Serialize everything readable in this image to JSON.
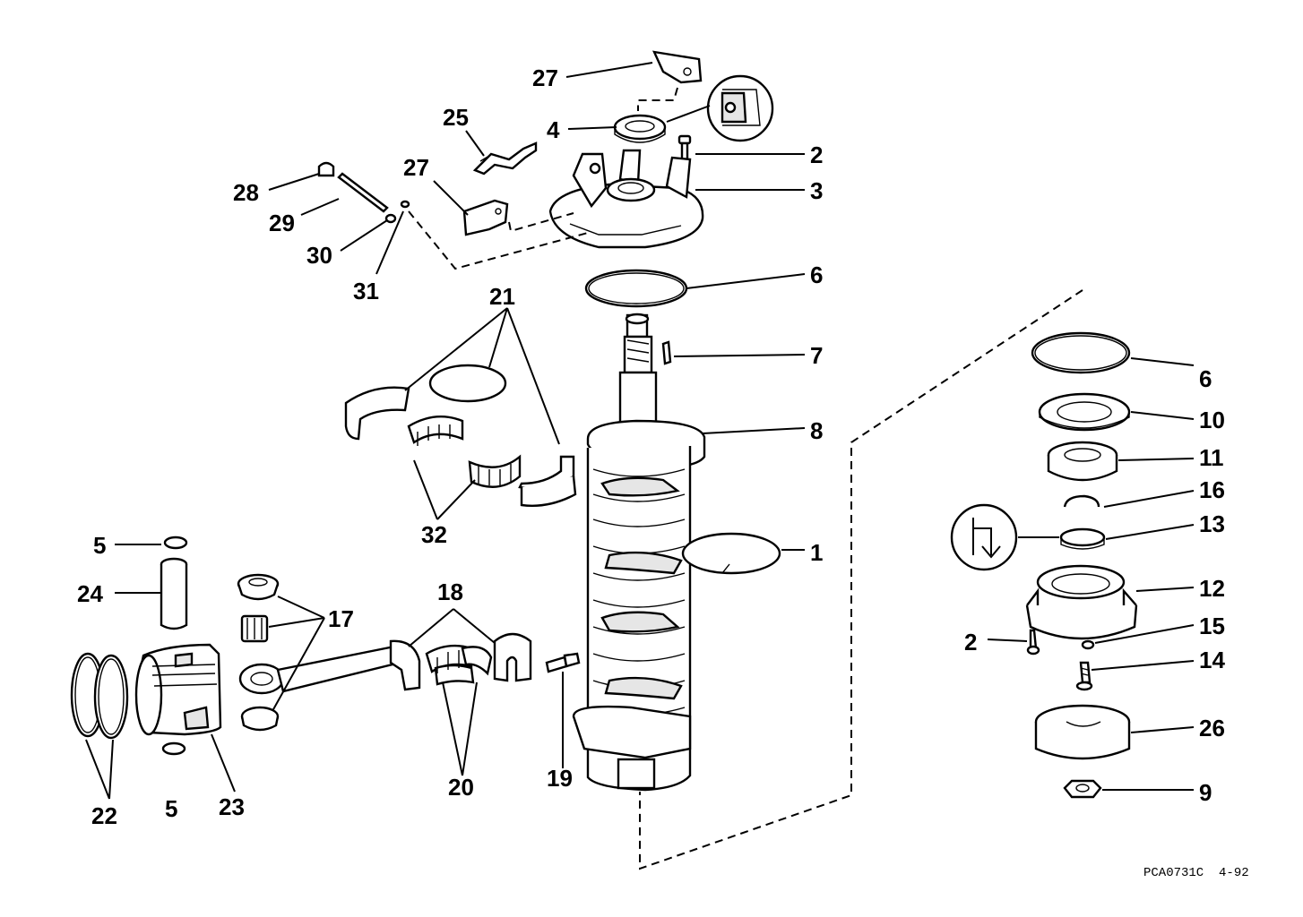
{
  "labels": {
    "l1": "1",
    "l2a": "2",
    "l2b": "2",
    "l3": "3",
    "l4": "4",
    "l5a": "5",
    "l5b": "5",
    "l6a": "6",
    "l6b": "6",
    "l7": "7",
    "l8": "8",
    "l9": "9",
    "l10": "10",
    "l11": "11",
    "l12": "12",
    "l13": "13",
    "l14": "14",
    "l15": "15",
    "l16": "16",
    "l17": "17",
    "l18": "18",
    "l19": "19",
    "l20": "20",
    "l21": "21",
    "l22": "22",
    "l23": "23",
    "l24": "24",
    "l25": "25",
    "l26": "26",
    "l27a": "27",
    "l27b": "27",
    "l28": "28",
    "l29": "29",
    "l30": "30",
    "l31": "31",
    "l32": "32"
  },
  "drawing_code": "PCA0731C  4-92",
  "icons": {
    "sealant_symbol": "sealant-tube-icon",
    "lubricant_symbol": "grease-fork-icon"
  }
}
